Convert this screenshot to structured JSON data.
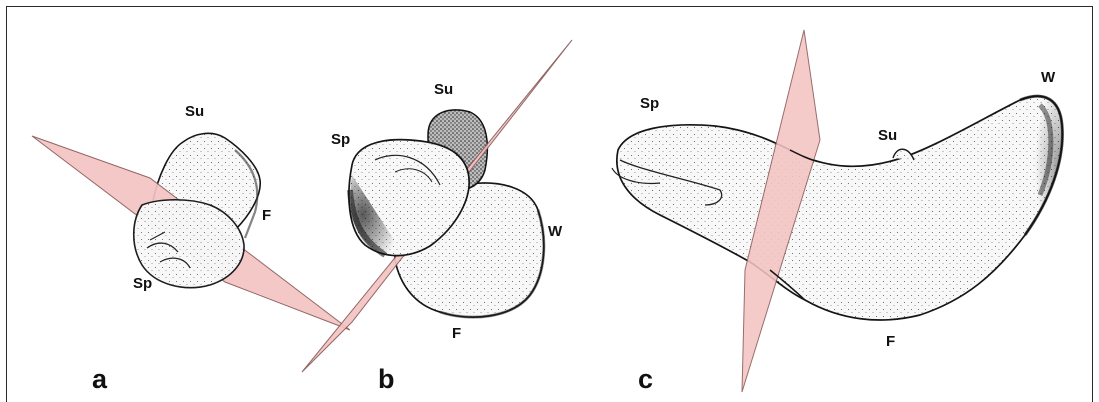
{
  "colors": {
    "plane_fill": "#f3c4c2",
    "plane_stroke": "#8a5a5a",
    "specimen_fill": "#f7f7f7",
    "outline": "#151515"
  },
  "panels": [
    {
      "letter": "a",
      "labels": {
        "su": "Su",
        "f": "F",
        "sp": "Sp"
      }
    },
    {
      "letter": "b",
      "labels": {
        "su": "Su",
        "sp": "Sp",
        "w": "W",
        "f": "F"
      }
    },
    {
      "letter": "c",
      "labels": {
        "sp": "Sp",
        "su": "Su",
        "w": "W",
        "f": "F"
      }
    }
  ]
}
